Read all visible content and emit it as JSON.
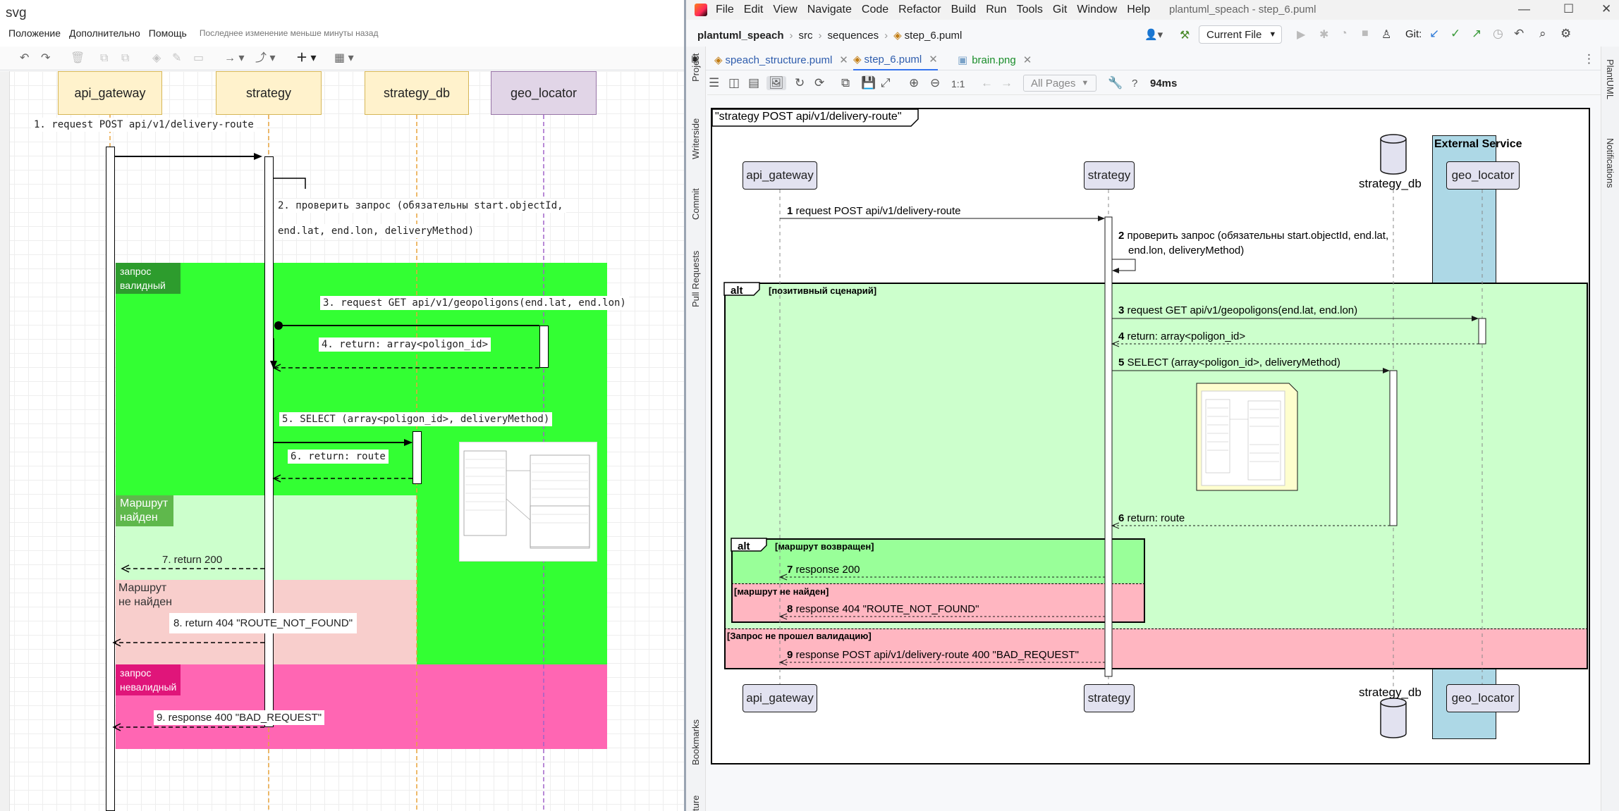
{
  "left_app": {
    "title": "svg",
    "menu": [
      "Положение",
      "Дополнительно",
      "Помощь"
    ],
    "last_change": "Последнее изменение меньше минуты назад",
    "participants": [
      {
        "label": "api_gateway"
      },
      {
        "label": "strategy"
      },
      {
        "label": "strategy_db"
      },
      {
        "label": "geo_locator"
      }
    ],
    "messages": {
      "m1": "1. request POST api/v1/delivery-route",
      "m2a": "2. проверить запрос (обязательны  start.objectId,",
      "m2b": "end.lat, end.lon, deliveryMethod)",
      "m3": "3. request GET api/v1/geopoligons(end.lat, end.lon)",
      "m4": "4. return: array<poligon_id>",
      "m5": "5. SELECT (array<poligon_id>,  deliveryMethod)",
      "m6": "6. return: route",
      "m7": "7. return 200",
      "m8": "8. return 404 \"ROUTE_NOT_FOUND\"",
      "m9": "9. response 400 \"BAD_REQUEST\""
    },
    "frames": {
      "valid": "запрос валидный",
      "found": "Маршрут найден",
      "not_found": "Маршрут не найден",
      "invalid": "запрос невалидный"
    },
    "colors": {
      "bright_green": "#33ff33",
      "light_green": "#ccffcc",
      "pink": "#f8cecc",
      "magenta": "#ff66b3",
      "tag_green": "#2d9c2d",
      "tag_pink": "#e0157a"
    }
  },
  "ide": {
    "menu": [
      "File",
      "Edit",
      "View",
      "Navigate",
      "Code",
      "Refactor",
      "Build",
      "Run",
      "Tools",
      "Git",
      "Window",
      "Help"
    ],
    "window_title": "plantuml_speach - step_6.puml",
    "breadcrumb": [
      "plantuml_speach",
      "src",
      "sequences",
      "step_6.puml"
    ],
    "run_config": "Current File",
    "git_label": "Git:",
    "tabs": [
      "speach_structure.puml",
      "step_6.puml",
      "brain.png"
    ],
    "preview_toolbar": {
      "pages": "All Pages",
      "ratio": "1:1",
      "help": "?",
      "time": "94ms"
    },
    "left_tools": [
      "Project",
      "Writerside",
      "Commit",
      "Pull Requests",
      "Bookmarks",
      "ture"
    ],
    "right_tools": [
      "PlantUML",
      "Notifications"
    ]
  },
  "diagram": {
    "title": "\"strategy POST api/v1/delivery-route\"",
    "box_title": "External Service",
    "participants": [
      "api_gateway",
      "strategy",
      "strategy_db",
      "geo_locator"
    ],
    "alt1": {
      "keyword": "alt",
      "cond": "[позитивный сценарий]",
      "else": "[Запрос не прошел валидацию]"
    },
    "alt2": {
      "keyword": "alt",
      "cond": "[маршрут возвращен]",
      "else": "[маршрут не найден]"
    },
    "messages": [
      {
        "num": "1",
        "text": "request POST api/v1/delivery-route"
      },
      {
        "num": "2",
        "text": "проверить запрос (обязательны  start.objectId, end.lat,",
        "text2": "end.lon, deliveryMethod)"
      },
      {
        "num": "3",
        "text": "request GET api/v1/geopoligons(end.lat, end.lon)"
      },
      {
        "num": "4",
        "text": "return: array<poligon_id>"
      },
      {
        "num": "5",
        "text": "SELECT (array<poligon_id>,  deliveryMethod)"
      },
      {
        "num": "6",
        "text": "return: route"
      },
      {
        "num": "7",
        "text": "response  200"
      },
      {
        "num": "8",
        "text": "response   404 \"ROUTE_NOT_FOUND\""
      },
      {
        "num": "9",
        "text": "response POST api/v1/delivery-route  400 \"BAD_REQUEST\""
      }
    ],
    "colors": {
      "alt1": "#ccffcc",
      "alt2": "#99ff99",
      "pink": "#ffb6c1",
      "box": "#add8e6",
      "participant": "#e2e2f0"
    }
  }
}
